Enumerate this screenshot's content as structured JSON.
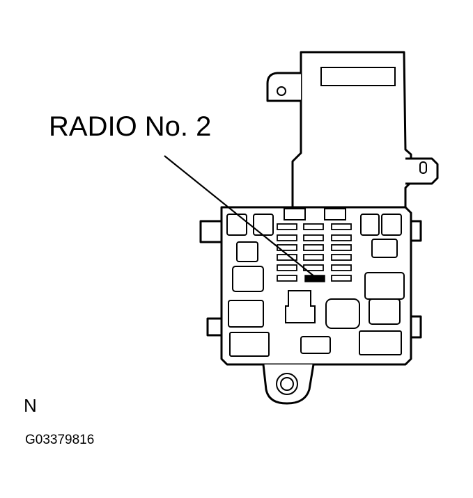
{
  "labels": {
    "callout": "RADIO No. 2",
    "direction": "N",
    "figure_id": "G03379816"
  },
  "colors": {
    "line": "#000000",
    "background": "#ffffff",
    "highlighted_fuse": "#000000"
  }
}
